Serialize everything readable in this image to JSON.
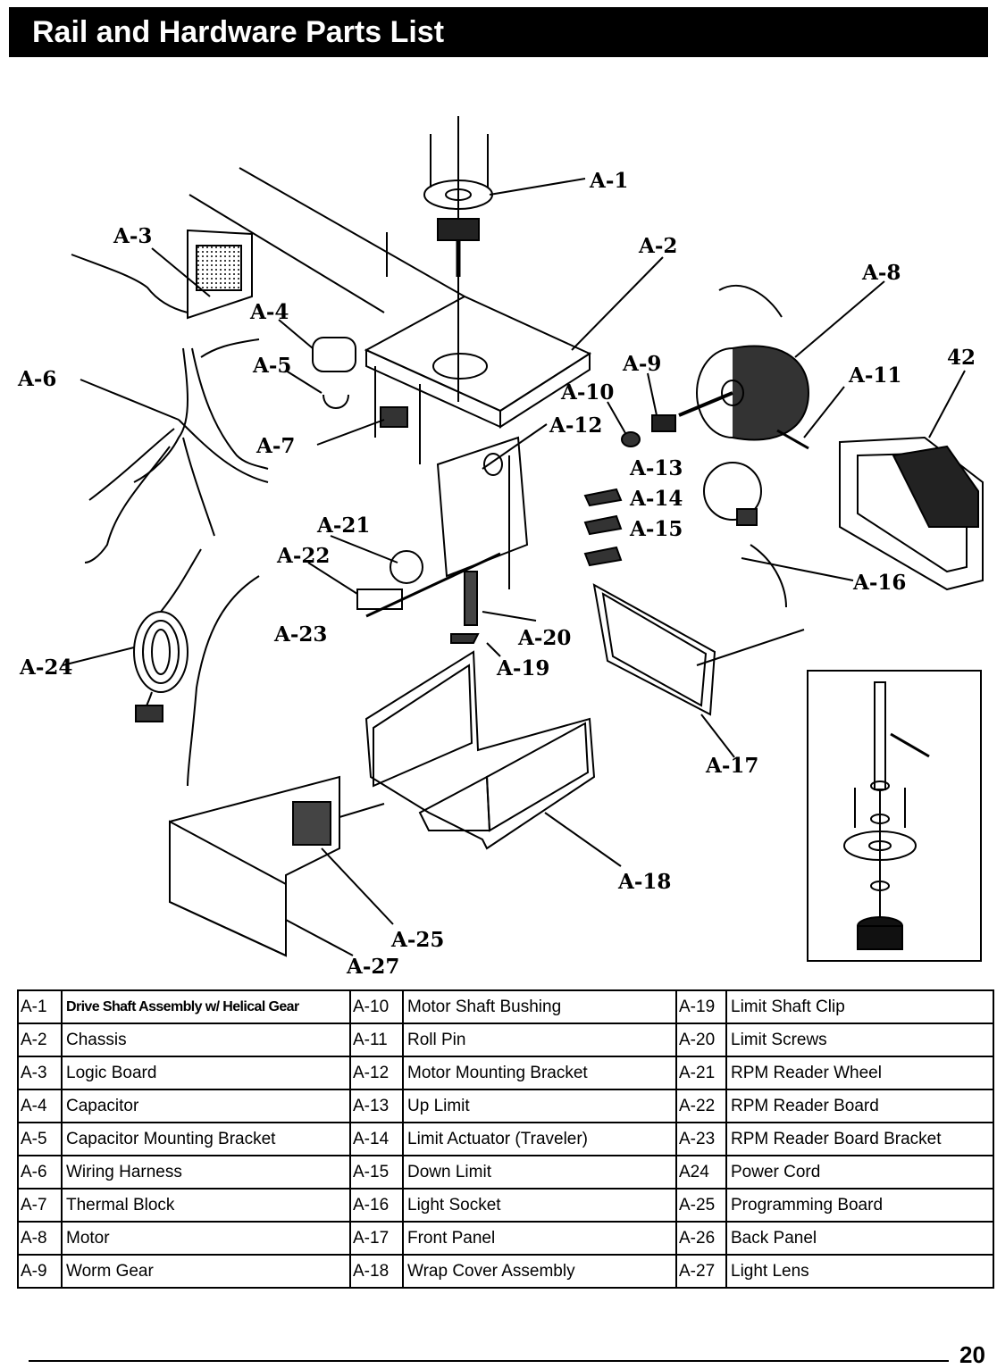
{
  "title": "Rail and Hardware Parts List",
  "callouts": [
    "A-1",
    "A-2",
    "A-3",
    "A-4",
    "A-5",
    "A-6",
    "A-7",
    "A-8",
    "A-9",
    "A-10",
    "A-11",
    "42",
    "A-12",
    "A-13",
    "A-14",
    "A-15",
    "A-16",
    "A-17",
    "A-18",
    "A-19",
    "A-20",
    "A-21",
    "A-22",
    "A-23",
    "A-24",
    "A-25",
    "A-27"
  ],
  "parts_table": {
    "rows": [
      [
        {
          "code": "A-1",
          "name": "Drive Shaft Assembly w/ Helical Gear"
        },
        {
          "code": "A-10",
          "name": "Motor Shaft Bushing"
        },
        {
          "code": "A-19",
          "name": "Limit Shaft Clip"
        }
      ],
      [
        {
          "code": "A-2",
          "name": "Chassis"
        },
        {
          "code": "A-11",
          "name": "Roll Pin"
        },
        {
          "code": "A-20",
          "name": "Limit Screws"
        }
      ],
      [
        {
          "code": "A-3",
          "name": "Logic Board"
        },
        {
          "code": "A-12",
          "name": "Motor Mounting Bracket"
        },
        {
          "code": "A-21",
          "name": "RPM Reader Wheel"
        }
      ],
      [
        {
          "code": "A-4",
          "name": "Capacitor"
        },
        {
          "code": "A-13",
          "name": "Up Limit"
        },
        {
          "code": "A-22",
          "name": "RPM Reader Board"
        }
      ],
      [
        {
          "code": "A-5",
          "name": "Capacitor Mounting Bracket"
        },
        {
          "code": "A-14",
          "name": "Limit Actuator (Traveler)"
        },
        {
          "code": "A-23",
          "name": "RPM Reader Board Bracket"
        }
      ],
      [
        {
          "code": "A-6",
          "name": "Wiring Harness"
        },
        {
          "code": "A-15",
          "name": "Down Limit"
        },
        {
          "code": "A24",
          "name": "Power Cord"
        }
      ],
      [
        {
          "code": "A-7",
          "name": "Thermal Block"
        },
        {
          "code": "A-16",
          "name": "Light Socket"
        },
        {
          "code": "A-25",
          "name": "Programming Board"
        }
      ],
      [
        {
          "code": "A-8",
          "name": "Motor"
        },
        {
          "code": "A-17",
          "name": "Front Panel"
        },
        {
          "code": "A-26",
          "name": "Back Panel"
        }
      ],
      [
        {
          "code": "A-9",
          "name": "Worm Gear"
        },
        {
          "code": "A-18",
          "name": "Wrap Cover Assembly"
        },
        {
          "code": "A-27",
          "name": "Light Lens"
        }
      ]
    ]
  },
  "page_number": "20"
}
